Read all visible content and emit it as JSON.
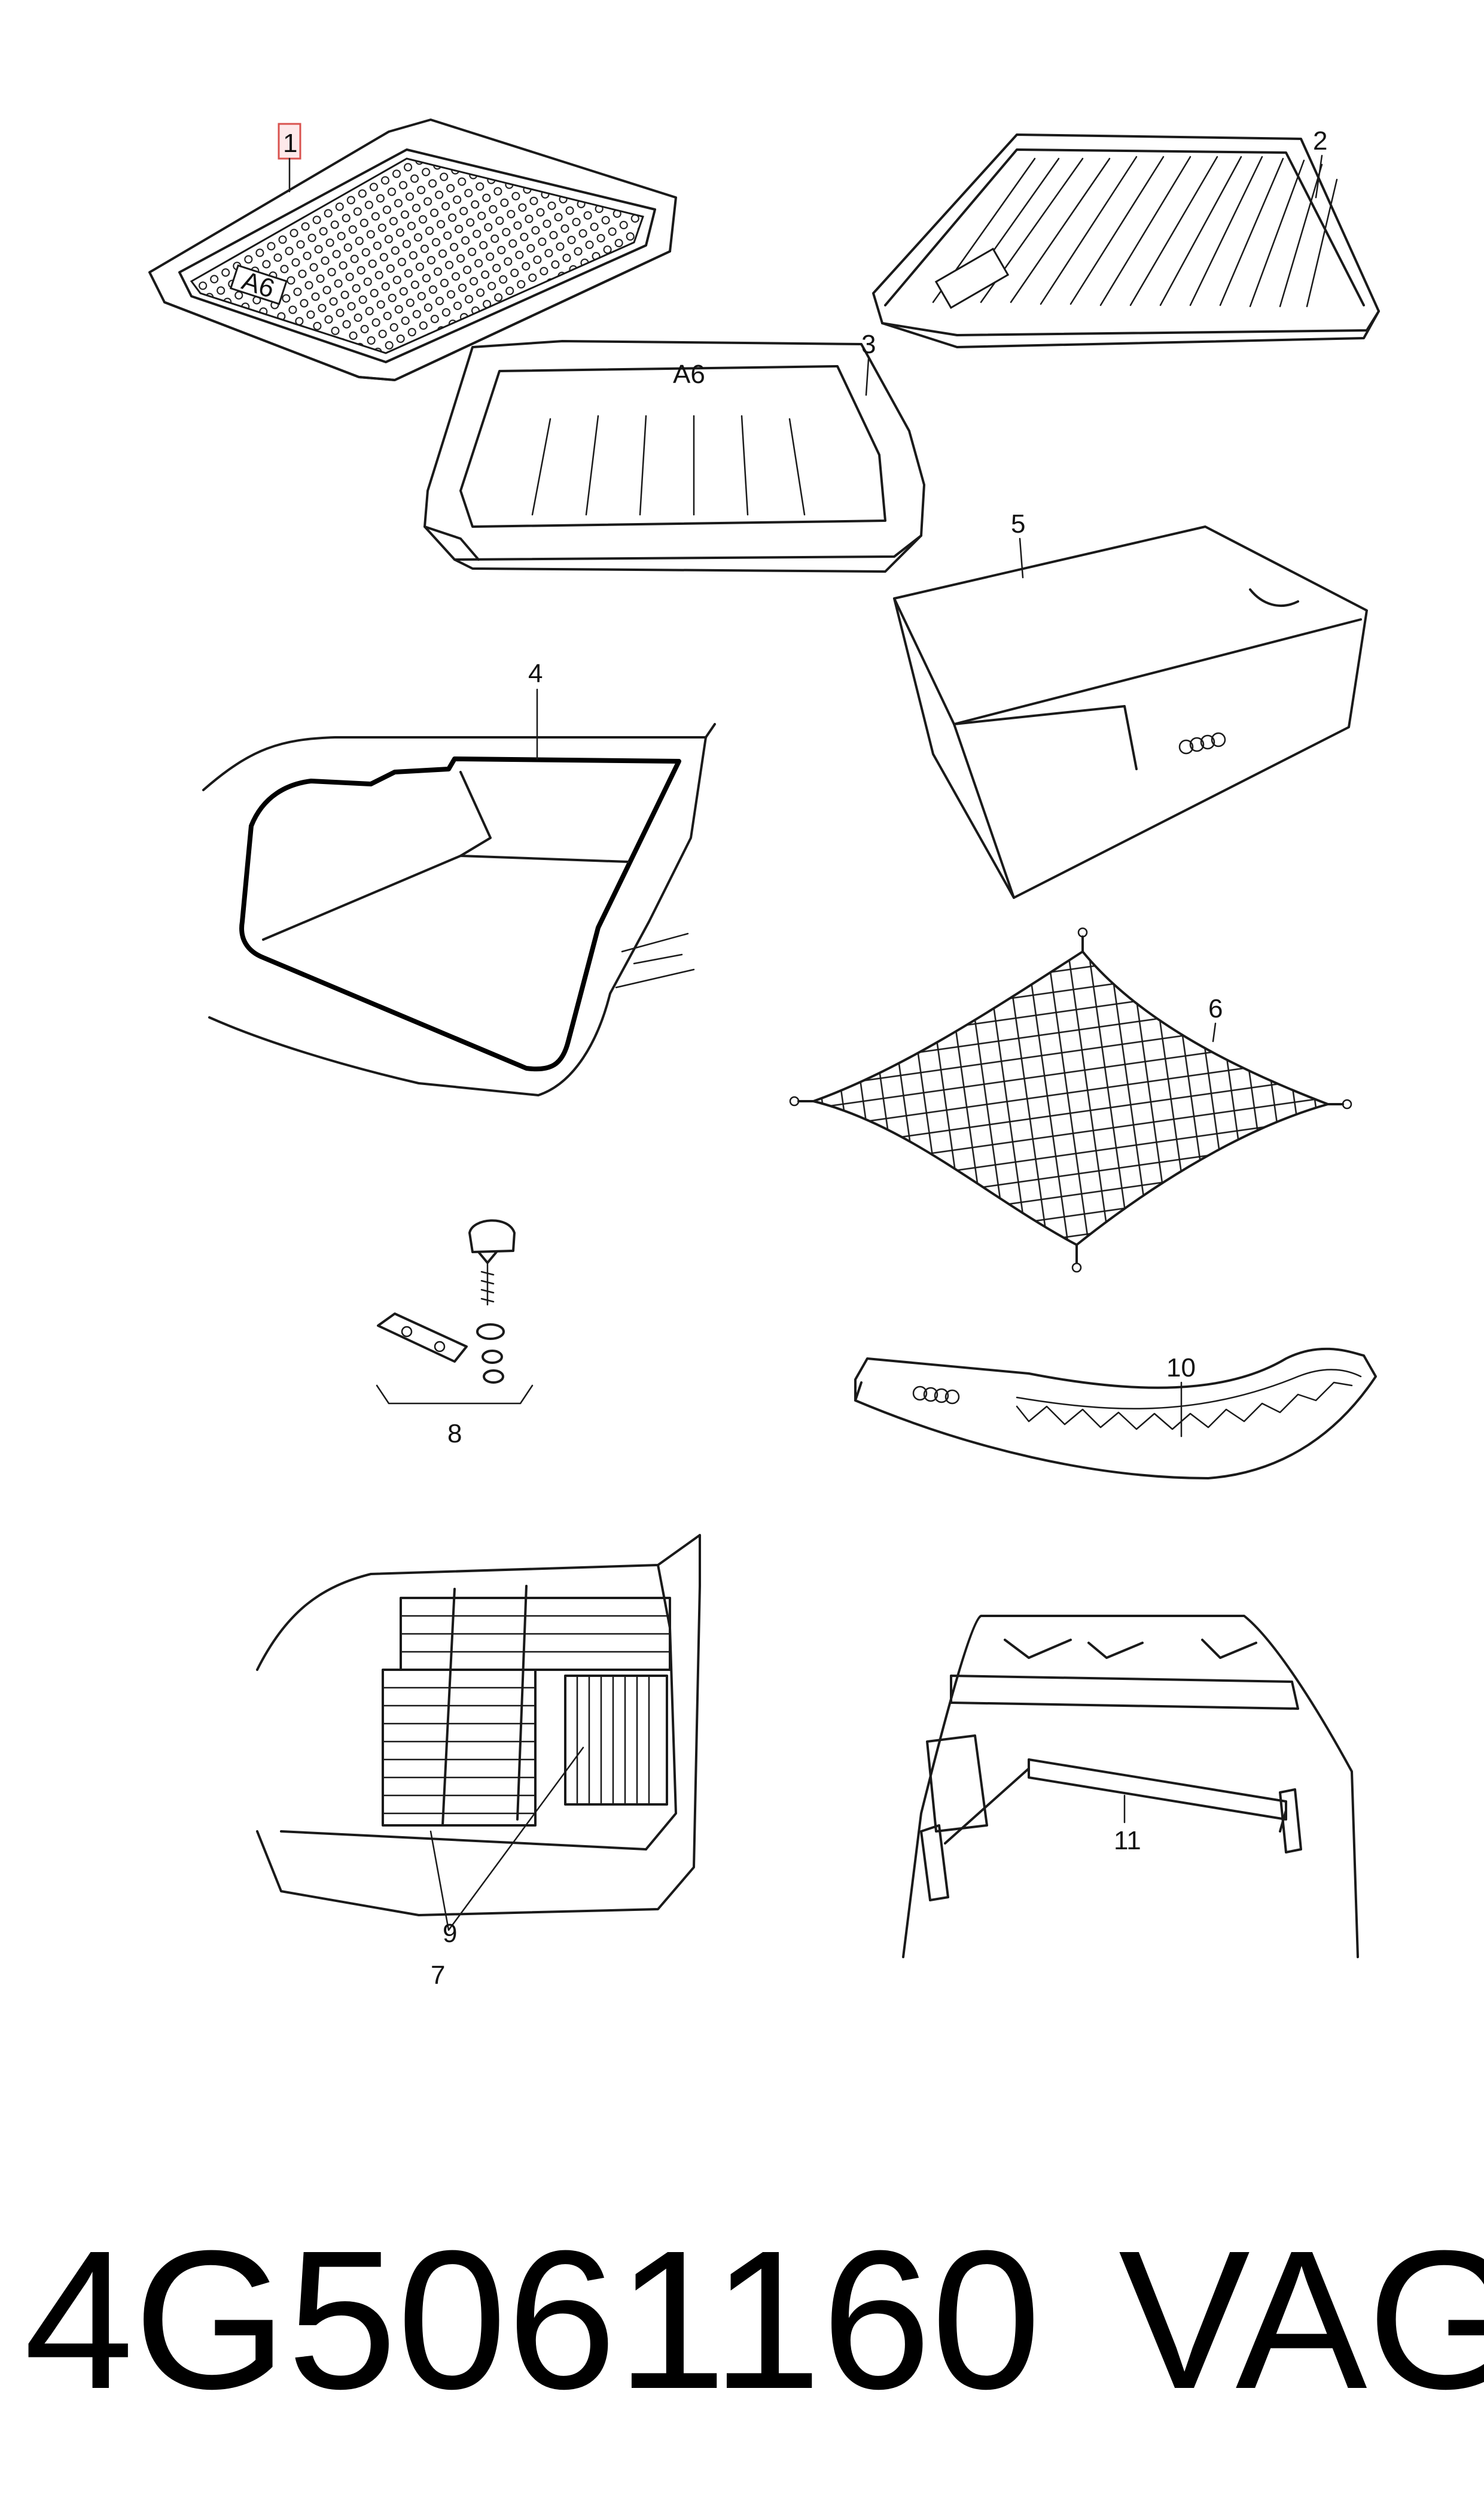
{
  "callouts": {
    "c1": "1",
    "c2": "2",
    "c3": "3",
    "c4": "4",
    "c5": "5",
    "c6": "6",
    "c7": "7",
    "c8": "8",
    "c9": "9",
    "c10": "10",
    "c11": "11"
  },
  "logo_marks": {
    "tray_logo": "A6"
  },
  "footer": {
    "part_number": "4G5061160",
    "brand": "VAG"
  },
  "colors": {
    "line": "#1a1a1a",
    "highlight_fill": "#fde9ea",
    "highlight_stroke": "#d9534f"
  }
}
